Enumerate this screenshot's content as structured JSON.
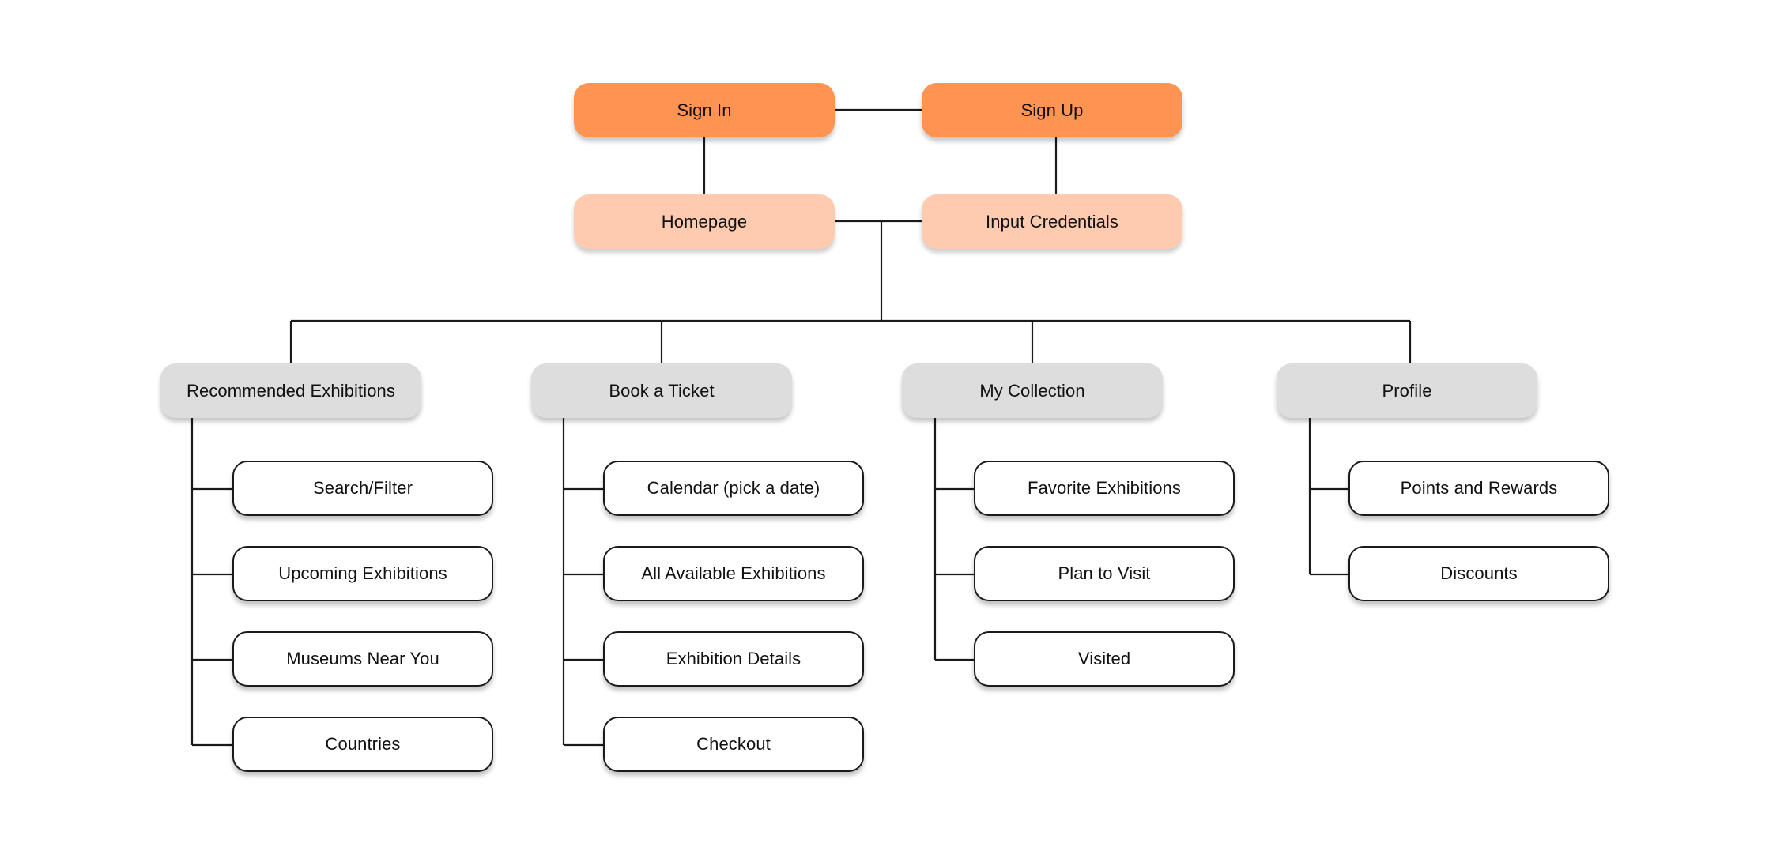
{
  "colors": {
    "primary": "#FF9452",
    "secondary": "#FFCBB0",
    "section": "#DDDDDD",
    "leaf": "#FFFFFF",
    "line": "#1A1A1A"
  },
  "top": {
    "sign_in": "Sign In",
    "sign_up": "Sign Up",
    "homepage": "Homepage",
    "input_credentials": "Input Credentials"
  },
  "sections": [
    {
      "label": "Recommended Exhibitions",
      "children": [
        "Search/Filter",
        "Upcoming Exhibitions",
        "Museums Near You",
        "Countries"
      ]
    },
    {
      "label": "Book a Ticket",
      "children": [
        "Calendar (pick a date)",
        "All Available Exhibitions",
        "Exhibition Details",
        "Checkout"
      ]
    },
    {
      "label": "My Collection",
      "children": [
        "Favorite Exhibitions",
        "Plan to Visit",
        "Visited"
      ]
    },
    {
      "label": "Profile",
      "children": [
        "Points and Rewards",
        "Discounts"
      ]
    }
  ]
}
